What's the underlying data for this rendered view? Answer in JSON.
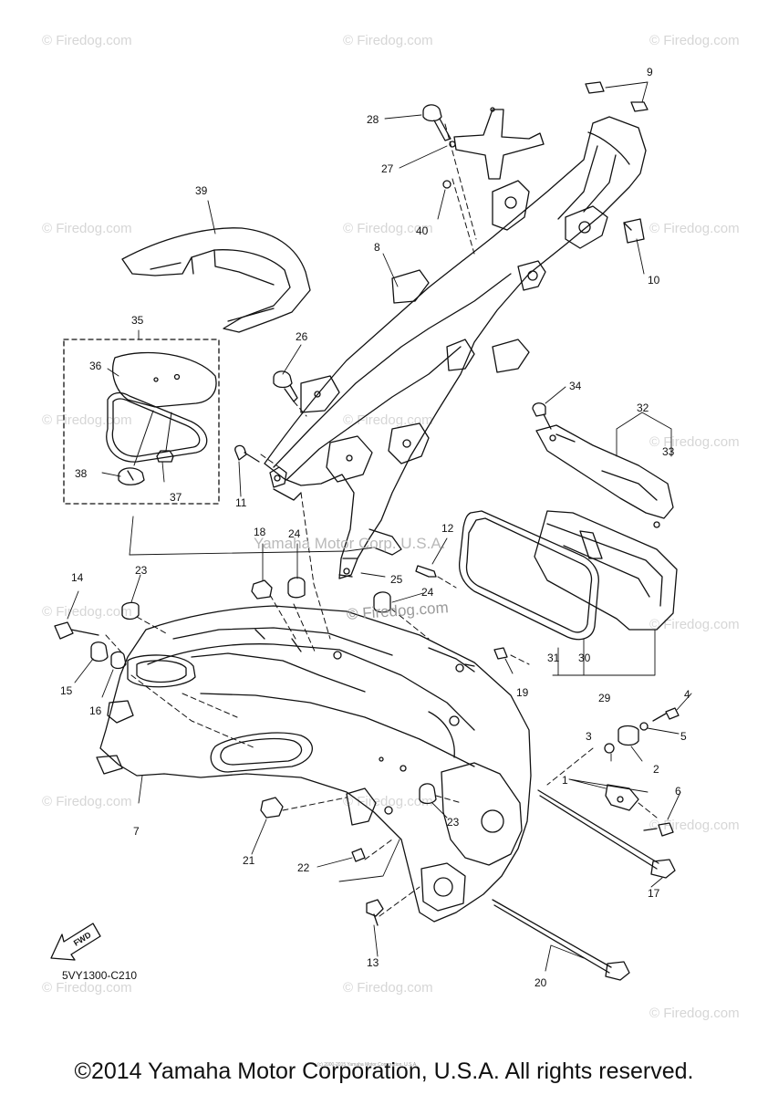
{
  "watermarks": {
    "corner_text": "© Firedog.com",
    "center_text": "Yamaha Motor Corp. U.S.A.",
    "center_text_2": "© Firedog.com"
  },
  "parts": {
    "p1": "1",
    "p2": "2",
    "p3": "3",
    "p4": "4",
    "p5": "5",
    "p6": "6",
    "p7": "7",
    "p8": "8",
    "p9": "9",
    "p10": "10",
    "p11": "11",
    "p12": "12",
    "p13": "13",
    "p14": "14",
    "p15": "15",
    "p16": "16",
    "p17": "17",
    "p18": "18",
    "p19": "19",
    "p20": "20",
    "p21": "21",
    "p22": "22",
    "p23a": "23",
    "p23b": "23",
    "p24a": "24",
    "p24b": "24",
    "p25": "25",
    "p26": "26",
    "p27": "27",
    "p28": "28",
    "p29": "29",
    "p30": "30",
    "p31": "31",
    "p32": "32",
    "p33": "33",
    "p34": "34",
    "p35": "35",
    "p36": "36",
    "p37": "37",
    "p38": "38",
    "p39": "39",
    "p40": "40"
  },
  "fwd_label": "FWD",
  "diagram_code": "5VY1300-C210",
  "small_copyright": "(c) 2000-2015 Yamaha Motor Corporation, U.S.A.",
  "footer_copyright": "©2014 Yamaha Motor Corporation, U.S.A. All rights reserved."
}
